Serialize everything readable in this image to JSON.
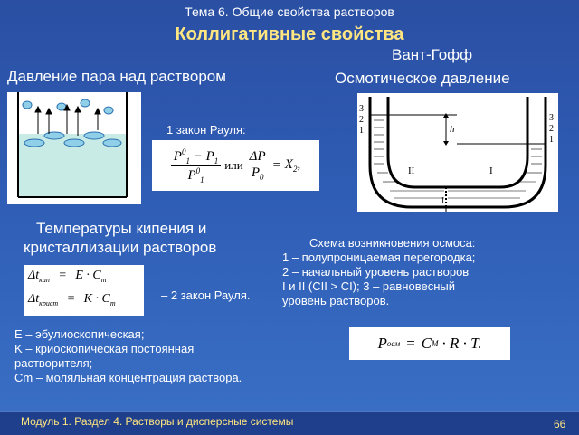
{
  "slide": {
    "topic": "Тема 6. Общие свойства растворов",
    "title": "Коллигативные свойства",
    "vant_hoff": "Вант-Гофф",
    "vapor_heading": "Давление пара над раствором",
    "osmotic_heading": "Осмотическое давление",
    "raoult1_label": "1 закон Рауля:",
    "temp_heading_line1": "Температуры кипения и",
    "temp_heading_line2": "кристаллизации растворов",
    "raoult2_note": "– 2 закон Рауля.",
    "legend_lines": [
      "E – эбулиоскопическая;",
      "K – криоскопическая постоянная",
      "растворителя;",
      "Cm – моляльная концентрация раствора."
    ],
    "osmos_caption_lines": [
      "Схема возникновения осмоса:",
      "1 – полупроницаемая перегородка;",
      "2 – начальный уровень растворов",
      "I и II (CII > CI); 3 – равновесный",
      "уровень растворов."
    ]
  },
  "formulas": {
    "raoult1": {
      "p1": "P",
      "sup0": "0",
      "sub1": "1",
      "minus": "−",
      "ili": "или",
      "delta_p": "ΔP",
      "p0": "P",
      "equals": "=",
      "x2": "X",
      "x2_sub": "2",
      "comma": ","
    },
    "boil": {
      "dt": "Δt",
      "sub": "кип",
      "eq": "=",
      "rhs": "E · C",
      "rhs_sub": "m"
    },
    "cryst": {
      "dt": "Δt",
      "sub": "крист",
      "eq": "=",
      "rhs": "K · C",
      "rhs_sub": "m"
    },
    "osm": {
      "p": "P",
      "sub": "осм",
      "eq": "=",
      "rhs": "C",
      "rhs_sub": "M",
      "rest": "· R · T."
    }
  },
  "diagram": {
    "labels_left": [
      "3",
      "2",
      "1"
    ],
    "labels_right": [
      "3",
      "2",
      "1"
    ],
    "h": "h",
    "II": "II",
    "I": "I",
    "bottom_1": "1"
  },
  "footer": {
    "module": "Модуль 1. Раздел 4. Растворы и дисперсные системы",
    "page": "66"
  }
}
